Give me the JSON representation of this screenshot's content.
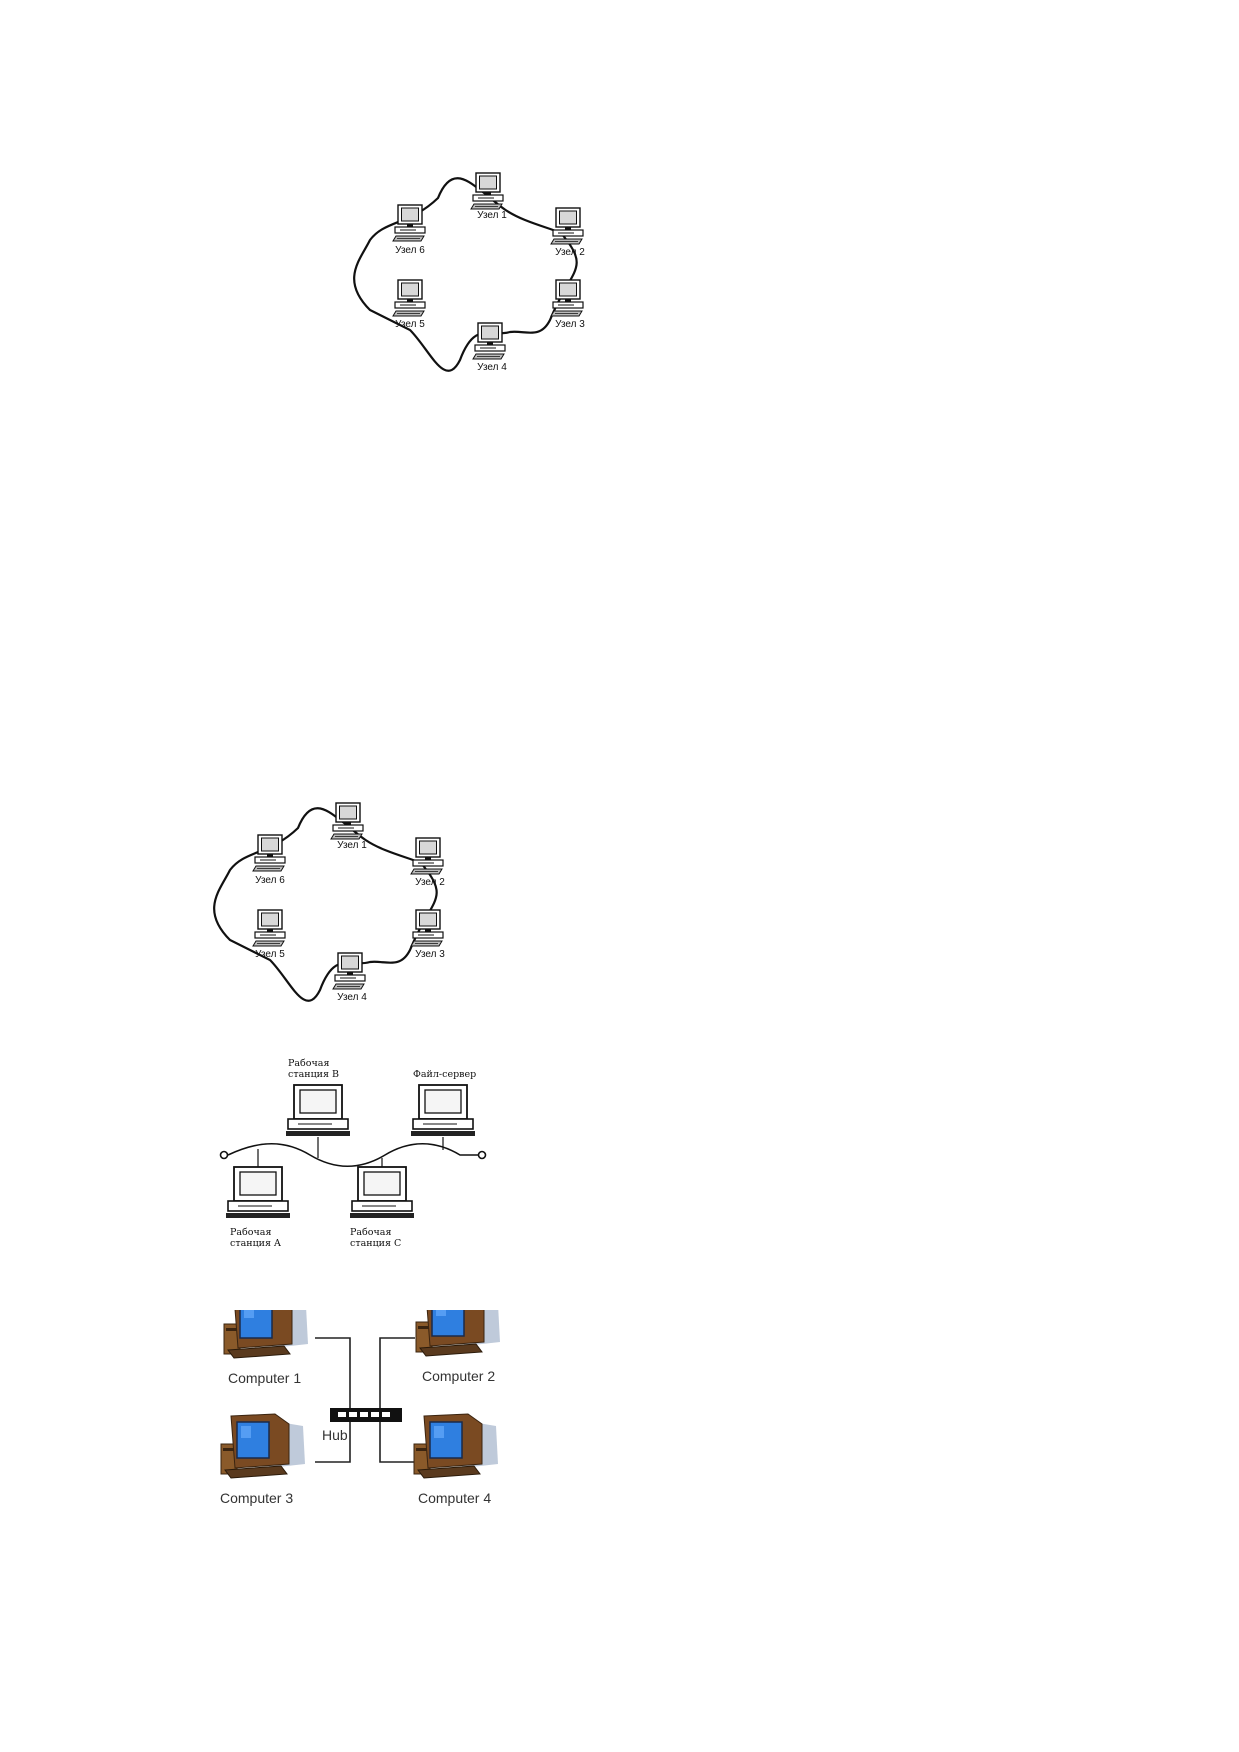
{
  "ring_top": {
    "nodes": [
      "Узел 1",
      "Узел 2",
      "Узел 3",
      "Узел 4",
      "Узел 5",
      "Узел 6"
    ]
  },
  "ring_bottom": {
    "nodes": [
      "Узел 1",
      "Узел 2",
      "Узел 3",
      "Узел 4",
      "Узел 5",
      "Узел 6"
    ]
  },
  "bus": {
    "workstation_b": [
      "Рабочая",
      "станция B"
    ],
    "file_server": "Файл-сервер",
    "workstation_a": [
      "Рабочая",
      "станция A"
    ],
    "workstation_c": [
      "Рабочая",
      "станция C"
    ]
  },
  "star": {
    "hub": "Hub",
    "computers": [
      "Computer 1",
      "Computer 2",
      "Computer 3",
      "Computer 4"
    ],
    "colors": {
      "screen": "#2f7fe0",
      "case": "#8a5a2a",
      "shadow": "#b8c4d6"
    }
  }
}
